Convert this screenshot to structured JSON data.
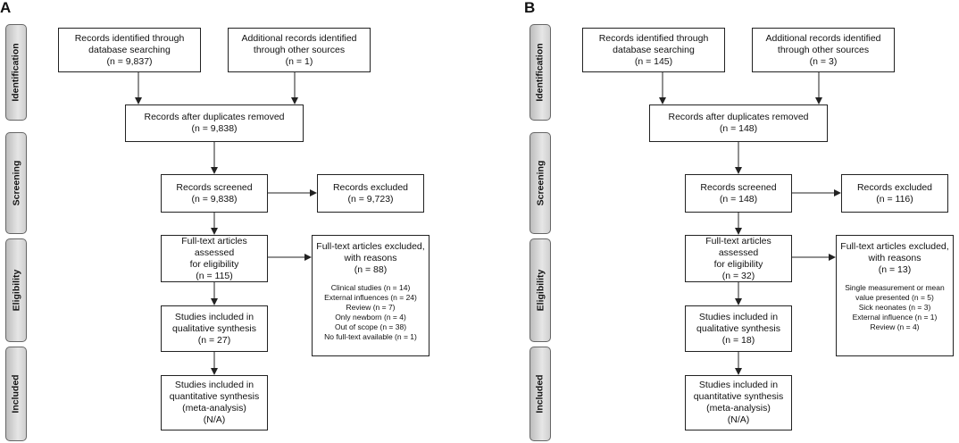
{
  "panels": [
    {
      "letter": "A",
      "stages": [
        "Identification",
        "Screening",
        "Eligibility",
        "Included"
      ],
      "identified_db": [
        "Records identified through",
        "database searching",
        "(n = 9,837)"
      ],
      "identified_other": [
        "Additional records identified",
        "through other sources",
        "(n = 1)"
      ],
      "after_duplicates": [
        "Records after duplicates removed",
        "(n = 9,838)"
      ],
      "screened": [
        "Records screened",
        "(n = 9,838)"
      ],
      "excluded": [
        "Records excluded",
        "(n = 9,723)"
      ],
      "fulltext_assessed": [
        "Full-text articles assessed",
        "for eligibility",
        "(n = 115)"
      ],
      "fulltext_excluded": [
        "Full-text articles excluded,",
        "with reasons",
        "(n = 88)"
      ],
      "reasons": [
        "Clinical studies (n = 14)",
        "External influences (n = 24)",
        "Review (n = 7)",
        "Only newborn (n = 4)",
        "Out of scope (n = 38)",
        "No full-text available (n = 1)"
      ],
      "qualitative": [
        "Studies included in",
        "qualitative synthesis",
        "(n = 27)"
      ],
      "quantitative": [
        "Studies included in",
        "quantitative synthesis",
        "(meta-analysis)",
        "(N/A)"
      ]
    },
    {
      "letter": "B",
      "stages": [
        "Identification",
        "Screening",
        "Eligibility",
        "Included"
      ],
      "identified_db": [
        "Records identified through",
        "database searching",
        "(n = 145)"
      ],
      "identified_other": [
        "Additional records identified",
        "through other sources",
        "(n = 3)"
      ],
      "after_duplicates": [
        "Records after duplicates removed",
        "(n = 148)"
      ],
      "screened": [
        "Records screened",
        "(n = 148)"
      ],
      "excluded": [
        "Records excluded",
        "(n = 116)"
      ],
      "fulltext_assessed": [
        "Full-text articles assessed",
        "for eligibility",
        "(n = 32)"
      ],
      "fulltext_excluded": [
        "Full-text articles excluded,",
        "with reasons",
        "(n = 13)"
      ],
      "reasons": [
        "Single measurement or mean",
        "value presented (n = 5)",
        "Sick neonates (n = 3)",
        "External influence (n = 1)",
        "Review (n = 4)"
      ],
      "qualitative": [
        "Studies included in",
        "qualitative synthesis",
        "(n = 18)"
      ],
      "quantitative": [
        "Studies included in",
        "quantitative synthesis",
        "(meta-analysis)",
        "(N/A)"
      ]
    }
  ]
}
